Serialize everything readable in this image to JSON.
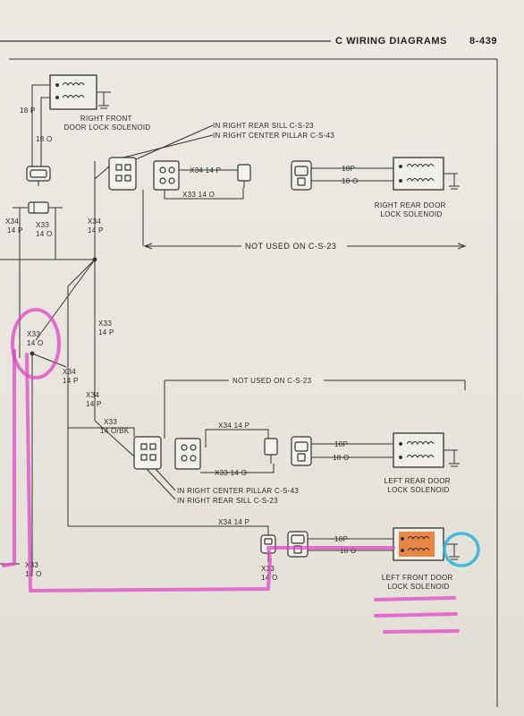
{
  "header": {
    "title": "C WIRING DIAGRAMS",
    "page_number": "8-439"
  },
  "components": {
    "rf_solenoid": "RIGHT FRONT\nDOOR LOCK SOLENOID",
    "rr_solenoid": "RIGHT REAR DOOR\nLOCK SOLENOID",
    "lr_solenoid": "LEFT REAR DOOR\nLOCK SOLENOID",
    "lf_solenoid": "LEFT FRONT DOOR\nLOCK SOLENOID"
  },
  "locations": {
    "upper_sill": "IN RIGHT REAR SILL C-S-23",
    "upper_pillar": "IN RIGHT CENTER PILLAR C-S-43",
    "lower_pillar": "IN RIGHT CENTER PILLAR C-S-43",
    "lower_sill": "IN RIGHT REAR SILL C-S-23"
  },
  "notes": {
    "not_used_upper": "NOT USED ON C-S-23",
    "not_used_lower": "NOT USED ON C-S-23"
  },
  "wires": {
    "w_18p": "18 P",
    "w_18o": "18 O",
    "w_18p_c": "18P",
    "w_x34_14p": "X34 14 P",
    "w_x33_14o": "X33 14 O",
    "w_x34": "X34",
    "w_14p": "14 P",
    "w_x33": "X33",
    "w_14o": "14 O",
    "w_x33_14p": "X33\n14 P",
    "w_x33_14obk": "X33\n14 O/BK"
  },
  "colors": {
    "highlight_magenta": "#e040c8",
    "highlight_cyan": "#29b4d6",
    "highlight_orange": "#e8742a"
  }
}
